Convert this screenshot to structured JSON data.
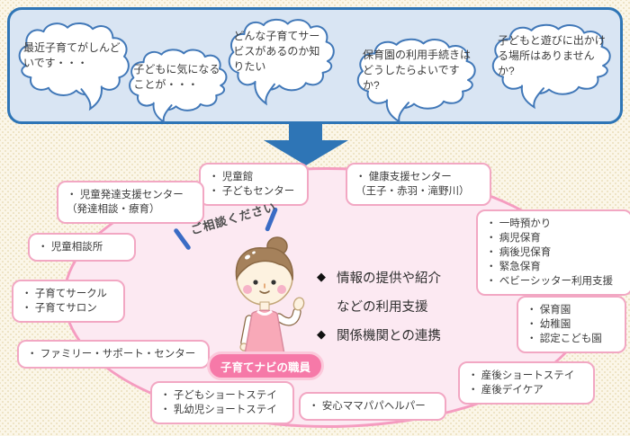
{
  "top_panel": {
    "speech_bubbles": [
      {
        "text": "最近子育てがしんどいです・・・"
      },
      {
        "text": "子どもに気になることが・・・"
      },
      {
        "text": "どんな子育てサービスがあるのか知りたい"
      },
      {
        "text": "保育園の利用手続きはどうしたらよいですか?"
      },
      {
        "text": "子どもと遊びに出かける場所はありませんか?"
      }
    ]
  },
  "diagram": {
    "consult_label": "ご相談ください",
    "staff_label": "子育てナビの職員",
    "role": {
      "diamond": "◆",
      "line1": "情報の提供や紹介",
      "line2": "などの利用支援",
      "line3": "関係機関との連携"
    },
    "services": [
      {
        "id": "jidokan",
        "lines": [
          "・ 児童館",
          "・ 子どもセンター"
        ]
      },
      {
        "id": "kenko-shien",
        "lines": [
          "・ 健康支援センター",
          "（王子・赤羽・滝野川）"
        ]
      },
      {
        "id": "hattatsu-shien",
        "lines": [
          "・ 児童発達支援センター",
          "（発達相談・療育）"
        ]
      },
      {
        "id": "ichiji-azukari",
        "lines": [
          "・ 一時預かり",
          "・ 病児保育",
          "・ 病後児保育",
          "・ 緊急保育",
          "・ ベビーシッター利用支援"
        ]
      },
      {
        "id": "jido-sodanjo",
        "lines": [
          "・ 児童相談所"
        ]
      },
      {
        "id": "circle-salon",
        "lines": [
          "・ 子育てサークル",
          "・ 子育てサロン"
        ]
      },
      {
        "id": "hoikuen",
        "lines": [
          "・ 保育園",
          "・ 幼稚園",
          "・ 認定こども園"
        ]
      },
      {
        "id": "family-support",
        "lines": [
          "・ ファミリー・サポート・センター"
        ]
      },
      {
        "id": "sango",
        "lines": [
          "・ 産後ショートステイ",
          "・ 産後デイケア"
        ]
      },
      {
        "id": "short-stay",
        "lines": [
          "・ 子どもショートステイ",
          "・ 乳幼児ショートステイ"
        ]
      },
      {
        "id": "mama-papa-helper",
        "lines": [
          "・ 安心ママパパヘルパー"
        ]
      }
    ]
  },
  "colors": {
    "panel_border": "#2e75b6",
    "panel_fill": "#d9e5f3",
    "speech_outline": "#4178b8",
    "arrow": "#2e75b6",
    "page_bg": "#fbf6e8",
    "ellipse_fill": "#fce9f2",
    "ellipse_border": "#f59cc0",
    "service_bubble_border": "#f2a7c3",
    "staff_pill_bg": "#f679a8",
    "consult_mark_blue": "#3a6cc5"
  }
}
